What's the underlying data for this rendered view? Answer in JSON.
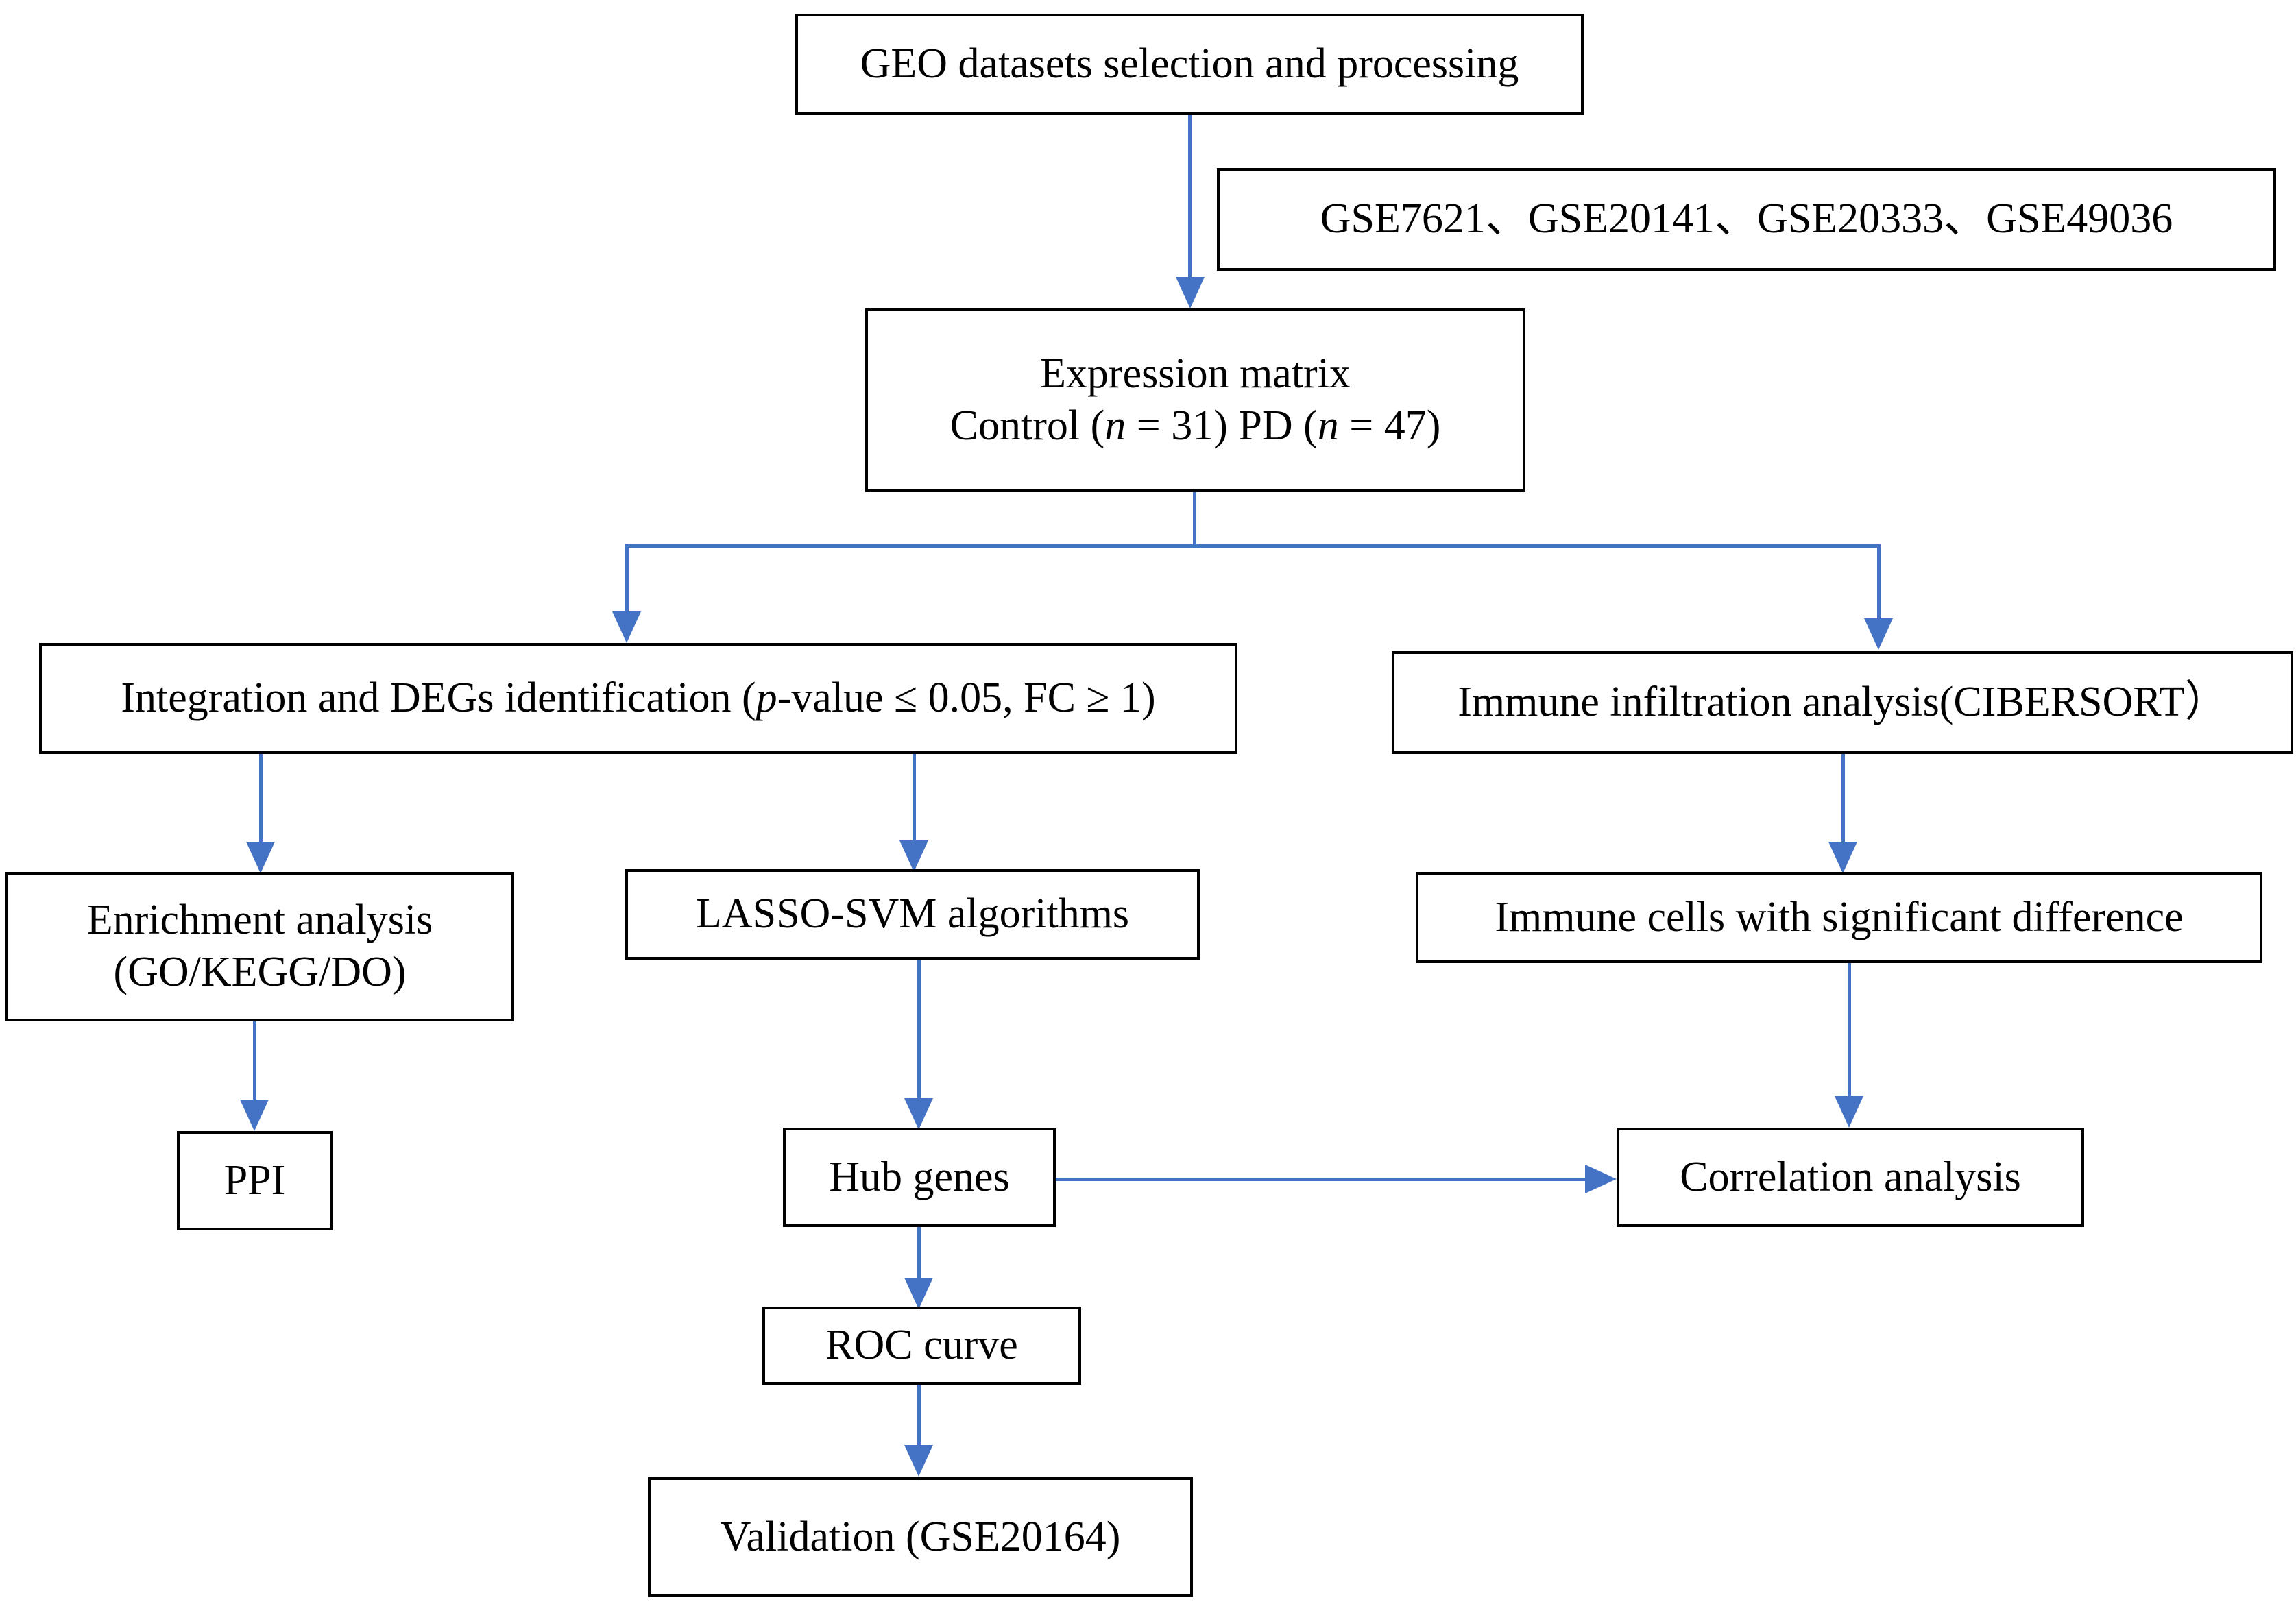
{
  "diagram": {
    "title": "GEO-based bioinformatics analysis workflow",
    "accent_color": "#4472C4",
    "box_border_color": "#000000",
    "background_color": "#FFFFFF"
  },
  "nodes": {
    "geo_selection": {
      "label": "GEO datasets selection and processing"
    },
    "datasets": {
      "label": "GSE7621、GSE20141、GSE20333、GSE49036"
    },
    "expression_matrix": {
      "line1": "Expression matrix",
      "line2_pre": "Control (",
      "line2_n1": "n",
      "line2_mid": " = 31) PD (",
      "line2_n2": "n",
      "line2_post": " = 47)"
    },
    "degs": {
      "pre": "Integration and DEGs identification (",
      "italic_p": "p",
      "post": "-value ≤ 0.05, FC ≥ 1)"
    },
    "immune_infiltration": {
      "label": "Immune infiltration analysis(CIBERSORT）"
    },
    "enrichment": {
      "line1": "Enrichment analysis",
      "line2": "(GO/KEGG/DO)"
    },
    "lasso_svm": {
      "label": "LASSO-SVM algorithms"
    },
    "immune_cells": {
      "label": "Immune cells with significant difference"
    },
    "ppi": {
      "label": "PPI"
    },
    "hub_genes": {
      "label": "Hub genes"
    },
    "correlation": {
      "label": "Correlation analysis"
    },
    "roc": {
      "label": "ROC curve"
    },
    "validation": {
      "label": "Validation (GSE20164)"
    }
  },
  "edges": [
    {
      "from": "geo_selection",
      "to": "expression_matrix",
      "kind": "vertical-arrow"
    },
    {
      "from": "expression_matrix",
      "to": "degs",
      "kind": "split-left-arrow"
    },
    {
      "from": "expression_matrix",
      "to": "immune_infiltration",
      "kind": "split-right-arrow"
    },
    {
      "from": "degs",
      "to": "enrichment",
      "kind": "vertical-arrow"
    },
    {
      "from": "degs",
      "to": "lasso_svm",
      "kind": "vertical-arrow"
    },
    {
      "from": "immune_infiltration",
      "to": "immune_cells",
      "kind": "vertical-arrow"
    },
    {
      "from": "enrichment",
      "to": "ppi",
      "kind": "vertical-arrow"
    },
    {
      "from": "lasso_svm",
      "to": "hub_genes",
      "kind": "vertical-arrow"
    },
    {
      "from": "immune_cells",
      "to": "correlation",
      "kind": "vertical-arrow"
    },
    {
      "from": "hub_genes",
      "to": "correlation",
      "kind": "horizontal-arrow"
    },
    {
      "from": "hub_genes",
      "to": "roc",
      "kind": "vertical-arrow"
    },
    {
      "from": "roc",
      "to": "validation",
      "kind": "vertical-arrow"
    }
  ]
}
